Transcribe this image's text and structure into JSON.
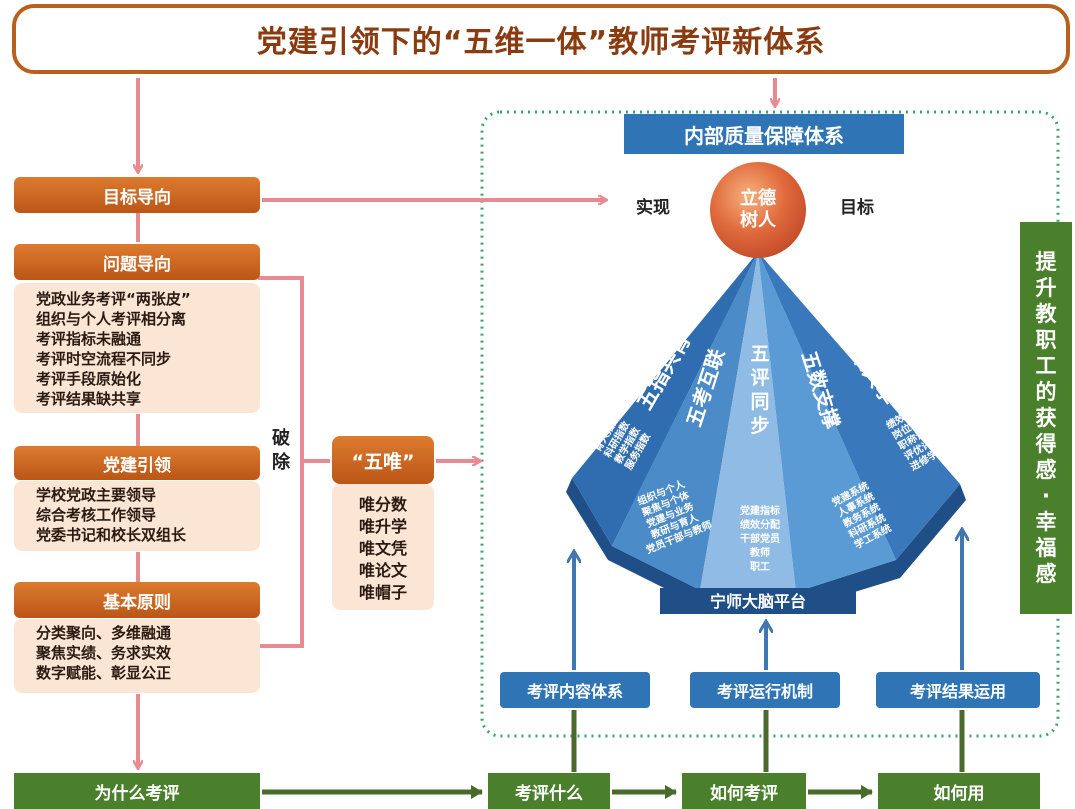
{
  "title": "党建引领下的“五维一体”教师考评新体系",
  "left": {
    "goal_orientation": "目标导向",
    "problem_orientation": "问题导向",
    "problems": [
      "党政业务考评“两张皮”",
      "组织与个人考评相分离",
      "考评指标未融通",
      "考评时空流程不同步",
      "考评手段原始化",
      "考评结果缺共享"
    ],
    "party_leading": "党建引领",
    "party_items": [
      "学校党政主要领导",
      "综合考核工作领导",
      "党委书记和校长双组长"
    ],
    "basic_principles": "基本原则",
    "principle_items": [
      "分类聚向、多维融通",
      "聚焦实绩、务求实效",
      "数字赋能、彰显公正"
    ]
  },
  "break": [
    "破",
    "除"
  ],
  "wuwei": {
    "title": "“五唯”",
    "items": [
      "唯分数",
      "唯升学",
      "唯文凭",
      "唯论文",
      "唯帽子"
    ]
  },
  "right": {
    "system_title": "内部质量保障体系",
    "realize": "实现",
    "goal": "目标",
    "circle": [
      "立德",
      "树人"
    ],
    "segments": [
      {
        "title": "五指共育",
        "lines": [
          "铸魂指数",
          "育人指数",
          "科研指数",
          "教学指数",
          "服务指数"
        ]
      },
      {
        "title": "五考互联",
        "lines": [
          "组织与个人",
          "聚焦与个体",
          "党建与业务",
          "教研与育人",
          "党员干部与教师"
        ]
      },
      {
        "title": "五评同步",
        "lines": [
          "党建指标",
          "绩效分配",
          "干部党员",
          "教师",
          "职工"
        ]
      },
      {
        "title": "五数支撑",
        "lines": [
          "党建系统",
          "人事系统",
          "教务系统",
          "科研系统",
          "学工系统"
        ]
      },
      {
        "title": "五果共享",
        "lines": [
          "绩效奖励",
          "岗位聘用",
          "职称评聘",
          "评优评先",
          "进修学习"
        ]
      }
    ],
    "platform": "宁师大脑平台",
    "content_system": "考评内容体系",
    "operation": "考评运行机制",
    "result_use": "考评结果运用",
    "side_text": [
      "提",
      "升",
      "教",
      "职",
      "工",
      "的",
      "获",
      "得",
      "感",
      "·",
      "幸",
      "福",
      "感"
    ]
  },
  "bottom": {
    "why": "为什么考评",
    "what": "考评什么",
    "how": "如何考评",
    "use": "如何用"
  },
  "colors": {
    "orange": "#c8621f",
    "peach": "#fbe6d6",
    "pink_arrow": "#e88a92",
    "blue": "#2f74b5",
    "green": "#4a7f2c",
    "dotted_border": "#3aa56a"
  }
}
